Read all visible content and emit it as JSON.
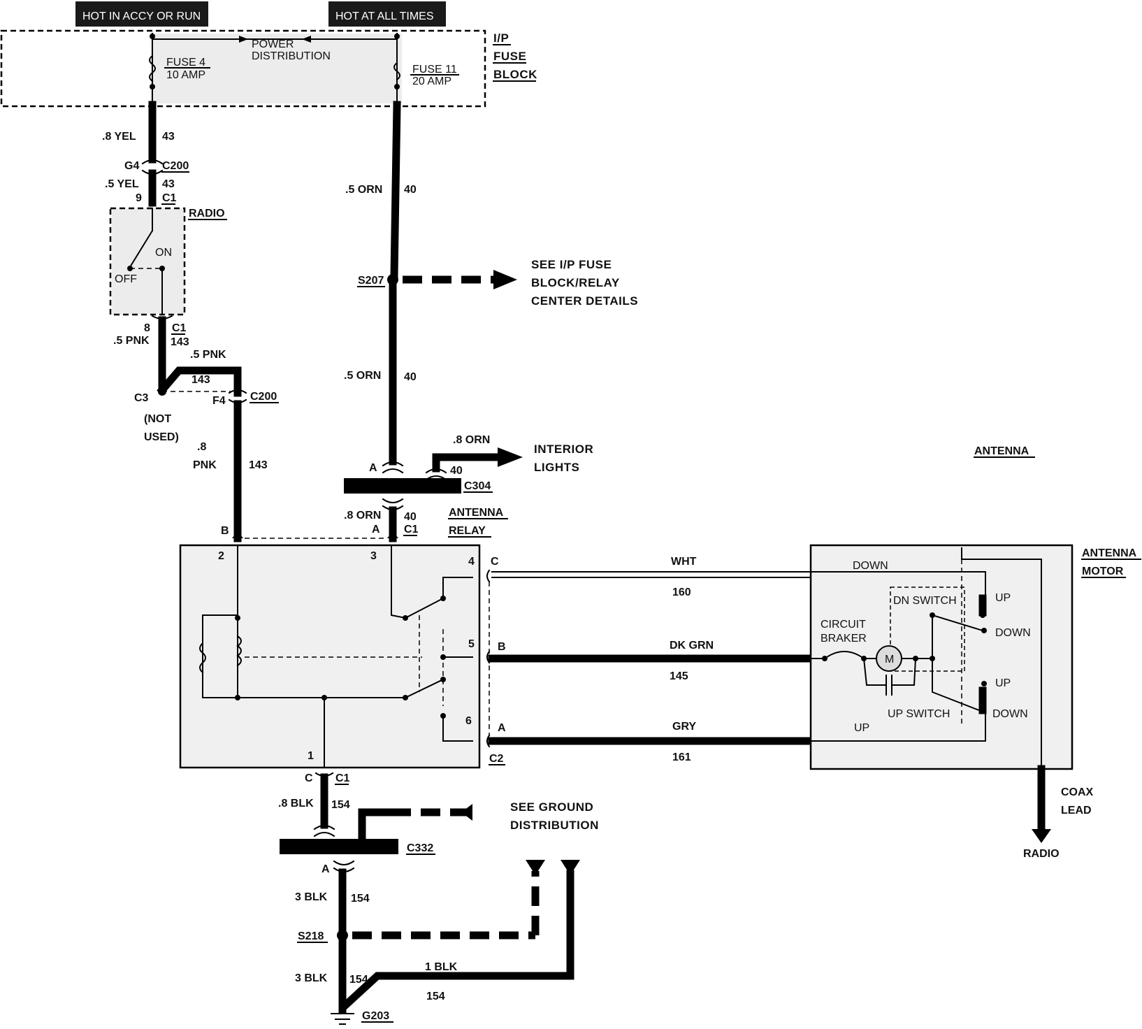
{
  "headers": {
    "hot_accy": "HOT IN ACCY OR RUN",
    "hot_all": "HOT AT ALL TIMES"
  },
  "fuse_block": {
    "title_l1": "I/P",
    "title_l2": "FUSE",
    "title_l3": "BLOCK",
    "power_l1": "POWER",
    "power_l2": "DISTRIBUTION",
    "fuse4_name": "FUSE 4",
    "fuse4_amp": "10 AMP",
    "fuse11_name": "FUSE 11",
    "fuse11_amp": "20 AMP"
  },
  "left_circuit": {
    "w1_size": ".8 YEL",
    "w1_num": "43",
    "g4": "G4",
    "c200": "C200",
    "w2_size": ".5 YEL",
    "w2_num": "43",
    "pin9": "9",
    "c1": "C1",
    "radio": "RADIO",
    "on": "ON",
    "off": "OFF",
    "pin8": "8",
    "c1b": "C1",
    "w3_size": ".5 PNK",
    "w3_num": "143",
    "w4_size": ".5 PNK",
    "w4_num": "143",
    "c3": "C3",
    "f4": "F4",
    "c200b": "C200",
    "not_l1": "(NOT",
    "not_l2": "USED)",
    "w5_size_l1": ".8",
    "w5_size_l2": "PNK",
    "w5_num": "143"
  },
  "middle_circuit": {
    "w1_size": ".5 ORN",
    "w1_num": "40",
    "s207": "S207",
    "see_l1": "SEE I/P FUSE",
    "see_l2": "BLOCK/RELAY",
    "see_l3": "CENTER DETAILS",
    "w2_size": ".5 ORN",
    "w2_num": "40",
    "pin_a": "A",
    "w3_size": ".8 ORN",
    "w3_num": "40",
    "interior_l1": "INTERIOR",
    "interior_l2": "LIGHTS",
    "c304": "C304",
    "w4_size": ".8 ORN",
    "w4_num": "40",
    "pin_a2": "A",
    "c1": "C1"
  },
  "relay": {
    "title_l1": "ANTENNA",
    "title_l2": "RELAY",
    "pin_b": "B",
    "pin2": "2",
    "pin3": "3",
    "pin4": "4",
    "pin5": "5",
    "pin6": "6",
    "pin1": "1",
    "conn_c": "C",
    "conn_b": "B",
    "conn_a": "A",
    "c2": "C2"
  },
  "harness": {
    "wht": "WHT",
    "wht_num": "160",
    "dkgrn": "DK GRN",
    "dkgrn_num": "145",
    "gry": "GRY",
    "gry_num": "161"
  },
  "motor": {
    "antenna": "ANTENNA",
    "title_l1": "ANTENNA",
    "title_l2": "MOTOR",
    "down": "DOWN",
    "dn_switch": "DN SWITCH",
    "up_top": "UP",
    "down_top": "DOWN",
    "circuit_l1": "CIRCUIT",
    "circuit_l2": "BRAKER",
    "m": "M",
    "up_mid": "UP",
    "up_switch": "UP SWITCH",
    "down_bot": "DOWN",
    "up": "UP",
    "coax_l1": "COAX",
    "coax_l2": "LEAD",
    "radio": "RADIO"
  },
  "ground": {
    "pin_c": "C",
    "c1": "C1",
    "w1_size": ".8 BLK",
    "w1_num": "154",
    "see_l1": "SEE GROUND",
    "see_l2": "DISTRIBUTION",
    "c332": "C332",
    "pin_a": "A",
    "w2_size": "3 BLK",
    "w2_num": "154",
    "s218": "S218",
    "w3_size": "3 BLK",
    "w3_num": "154",
    "w4_size": "1 BLK",
    "w4_num": "154",
    "g203": "G203"
  }
}
